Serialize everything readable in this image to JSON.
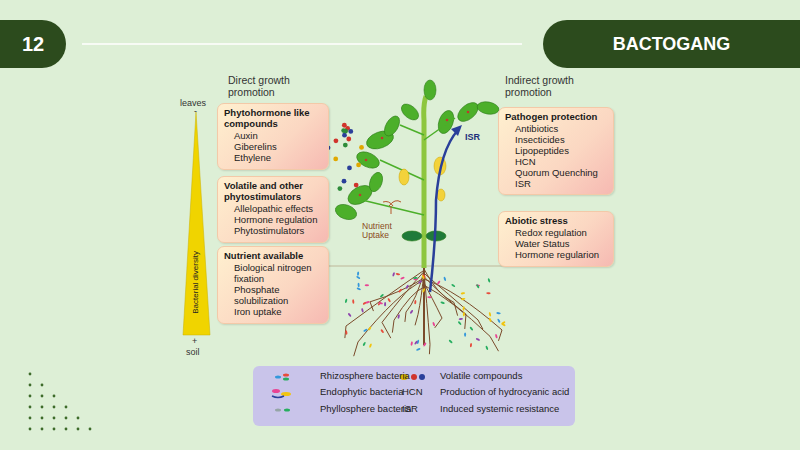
{
  "diagram": {
    "nodes": [
      {
        "text": [
          "12"
        ]
      },
      {
        "text": [
          "BACTOGANG"
        ]
      },
      {
        "text": [
          "Phytohormone like compounds",
          "Auxin",
          "Giberelins",
          "Ethylene"
        ]
      },
      {
        "text": [
          "Volatile and other phytostimulators",
          "Allelopathic effects",
          "Hormone regulation",
          "Phytostimulators"
        ]
      },
      {
        "text": [
          "Nutrient available",
          "Biological nitrogen fixation",
          "Phosphate solubilization",
          "Iron uptake"
        ]
      },
      {
        "text": [
          "Pathogen protection",
          "Antibiotics",
          "Insecticides",
          "Lipopeptides",
          "HCN",
          "Quorum Quenching",
          "ISR"
        ]
      },
      {
        "text": [
          "Abiotic stress",
          "Redox regulation",
          "Water Status",
          "Hormone regularion"
        ]
      }
    ],
    "labels": [
      "Direct growth promotion",
      "Indirect growth promotion",
      "leaves",
      "-",
      "Bacterial diversity",
      "+",
      "soil",
      "Nutrient Uptake",
      "ISR",
      "HCN",
      "ISR"
    ],
    "legend": [
      {
        "text": "Rhizosphere bacteria"
      },
      {
        "text": "Volatile compounds"
      },
      {
        "text": "Endophytic bacteria"
      },
      {
        "text": "Production of hydrocyanic acid"
      },
      {
        "text": "Phyllosphere bacteria"
      },
      {
        "text": "Induced systemic resistance"
      }
    ]
  }
}
